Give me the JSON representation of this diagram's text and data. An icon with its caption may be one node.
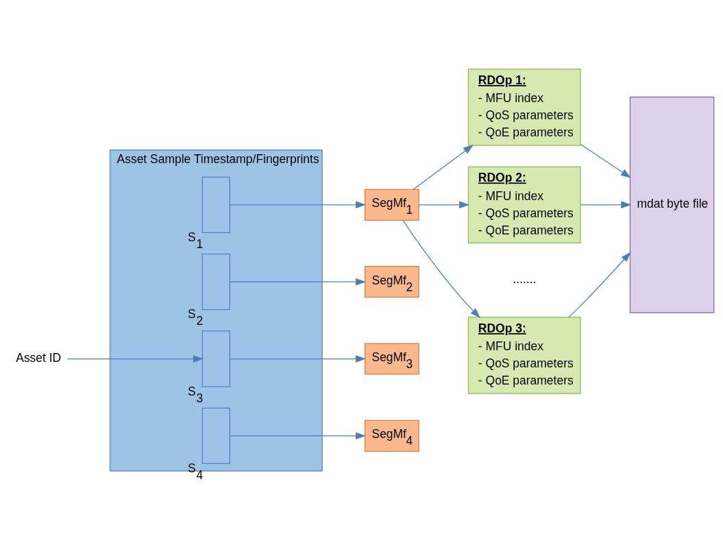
{
  "diagram": {
    "nodes": [
      {
        "text": [
          "Asset Sample Timestamp/Fingerprints"
        ]
      },
      {
        "text": [],
        "shape": "box",
        "in": 0,
        "beside": [
          "S$_{1}$"
        ]
      },
      {
        "text": [],
        "shape": "box",
        "in": 0,
        "beside": [
          "S$_{2}$"
        ]
      },
      {
        "text": [],
        "shape": "box",
        "in": 0,
        "beside": [
          "S$_{3}$"
        ]
      },
      {
        "text": [],
        "shape": "box",
        "in": 0,
        "beside": [
          "S$_{4}$"
        ]
      },
      {
        "text": [
          "Asset ID"
        ]
      },
      {
        "text": [
          "SegMf$_{1}$"
        ]
      },
      {
        "text": [
          "SegMf$_{2}$"
        ]
      },
      {
        "text": [
          "SegMf$_{3}$"
        ]
      },
      {
        "text": [
          "SegMf$_{4}$"
        ]
      },
      {
        "text": [
          "RDOp 1:",
          "- MFU index",
          "- QoS parameters",
          "- QoE parameters"
        ]
      },
      {
        "text": [
          "RDOp 2:",
          "- MFU index",
          "- QoS parameters",
          "- QoE parameters"
        ]
      },
      {
        "text": [
          "RDOp 3:",
          "- MFU index",
          "- QoS parameters",
          "- QoE parameters"
        ]
      },
      {
        "text": [
          "mdat byte file"
        ]
      }
    ],
    "edges": [
      {
        "from": 5,
        "to": 3,
        "arrow": "to"
      },
      {
        "from": 1,
        "to": 6,
        "arrow": "to"
      },
      {
        "from": 2,
        "to": 7,
        "arrow": "to"
      },
      {
        "from": 3,
        "to": 8,
        "arrow": "to"
      },
      {
        "from": 4,
        "to": 9,
        "arrow": "to"
      },
      {
        "from": 6,
        "to": 10,
        "arrow": "to"
      },
      {
        "from": 6,
        "to": 11,
        "arrow": "to"
      },
      {
        "from": 6,
        "to": 12,
        "arrow": "to"
      },
      {
        "from": 10,
        "to": 13,
        "arrow": "to"
      },
      {
        "from": 11,
        "to": 13,
        "arrow": "to"
      },
      {
        "from": 12,
        "to": 13,
        "arrow": "to"
      }
    ],
    "labels": [
      "......."
    ]
  }
}
